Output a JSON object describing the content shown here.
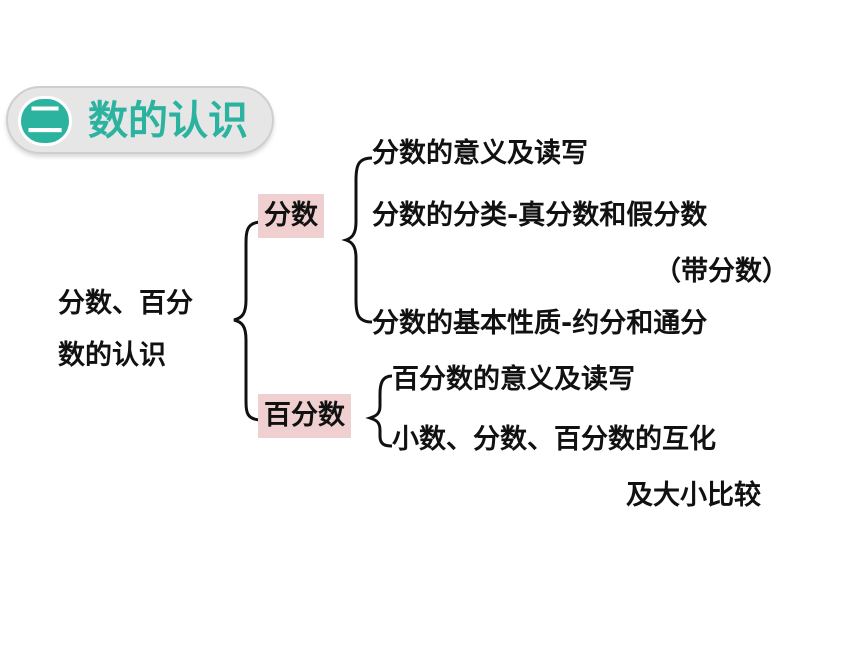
{
  "title": {
    "number": "二",
    "text": "数的认识"
  },
  "root": {
    "line1": "分数、百分",
    "line2": "数的认识"
  },
  "branches": [
    {
      "label": "分数",
      "items": [
        "分数的意义及读写",
        "分数的分类-真分数和假分数",
        "（带分数）",
        "分数的基本性质-约分和通分"
      ]
    },
    {
      "label": "百分数",
      "items": [
        "百分数的意义及读写",
        "小数、分数、百分数的互化",
        "及大小比较"
      ]
    }
  ],
  "colors": {
    "accent": "#2bb3a0",
    "highlight": "#efcfcf",
    "text": "#111111"
  }
}
